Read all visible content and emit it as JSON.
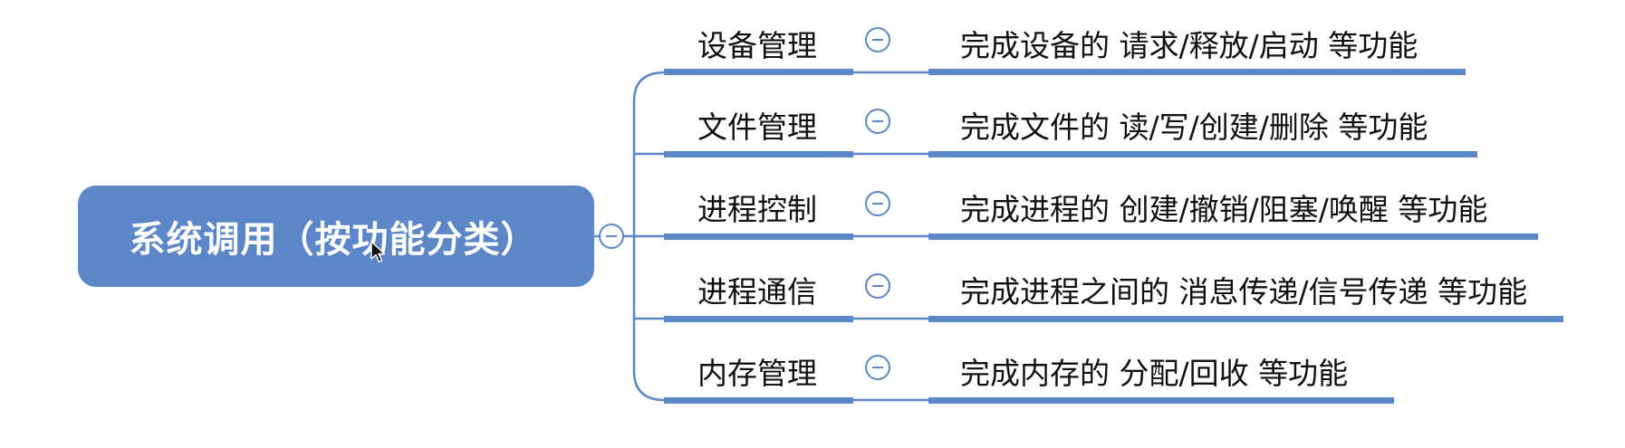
{
  "root": {
    "label": "系统调用（按功能分类）"
  },
  "branches": [
    {
      "label": "设备管理",
      "description": "完成设备的 请求/释放/启动 等功能"
    },
    {
      "label": "文件管理",
      "description": "完成文件的 读/写/创建/删除 等功能"
    },
    {
      "label": "进程控制",
      "description": "完成进程的 创建/撤销/阻塞/唤醒 等功能"
    },
    {
      "label": "进程通信",
      "description": "完成进程之间的 消息传递/信号传递 等功能"
    },
    {
      "label": "内存管理",
      "description": "完成内存的 分配/回收 等功能"
    }
  ],
  "colors": {
    "accent": "#5b86c7",
    "text": "#111111",
    "background": "#ffffff"
  },
  "icons": {
    "collapse": "minus-circle-icon",
    "cursor": "mouse-pointer-icon"
  }
}
